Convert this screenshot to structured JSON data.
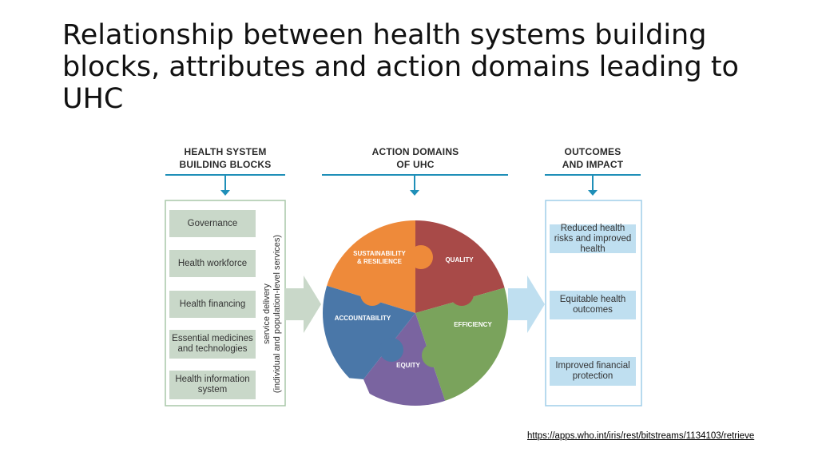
{
  "slide": {
    "title": "Relationship between health systems building blocks, attributes and action domains leading to UHC",
    "source_link": "https://apps.who.int/iris/rest/bitstreams/1134103/retrieve"
  },
  "columns": {
    "building_blocks": {
      "header_line1": "HEALTH SYSTEM",
      "header_line2": "BUILDING BLOCKS",
      "items": [
        "Governance",
        "Health workforce",
        "Health financing",
        "Essential medicines and technologies",
        "Health information system"
      ],
      "service_delivery_line1": "service delivery",
      "service_delivery_line2": "(individual and population-level services)"
    },
    "action_domains": {
      "header_line1": "ACTION DOMAINS",
      "header_line2_prefix": "OF ",
      "header_line2_bold": "UHC",
      "pieces": {
        "sustainability_line1": "SUSTAINABILITY",
        "sustainability_line2": "& RESILIENCE",
        "quality": "QUALITY",
        "efficiency": "EFFICIENCY",
        "equity": "EQUITY",
        "accountability": "ACCOUNTABILITY"
      }
    },
    "outcomes": {
      "header_line1": "OUTCOMES",
      "header_line2": "AND IMPACT",
      "items": [
        "Reduced health risks and improved health",
        "Equitable health outcomes",
        "Improved financial protection"
      ]
    }
  },
  "colors": {
    "sustainability": "#ee8a3a",
    "quality": "#a84a48",
    "efficiency": "#7aa35c",
    "equity": "#7a64a0",
    "accountability": "#4a77a8",
    "bracket": "#1f8fb8",
    "building_block_fill": "#c9d8c9",
    "building_block_border": "#a9c7a9",
    "outcome_fill": "#bfdff0",
    "outcome_border": "#9fcde8",
    "green_arrow": "#c9d8c9",
    "blue_arrow": "#bfdff0"
  }
}
